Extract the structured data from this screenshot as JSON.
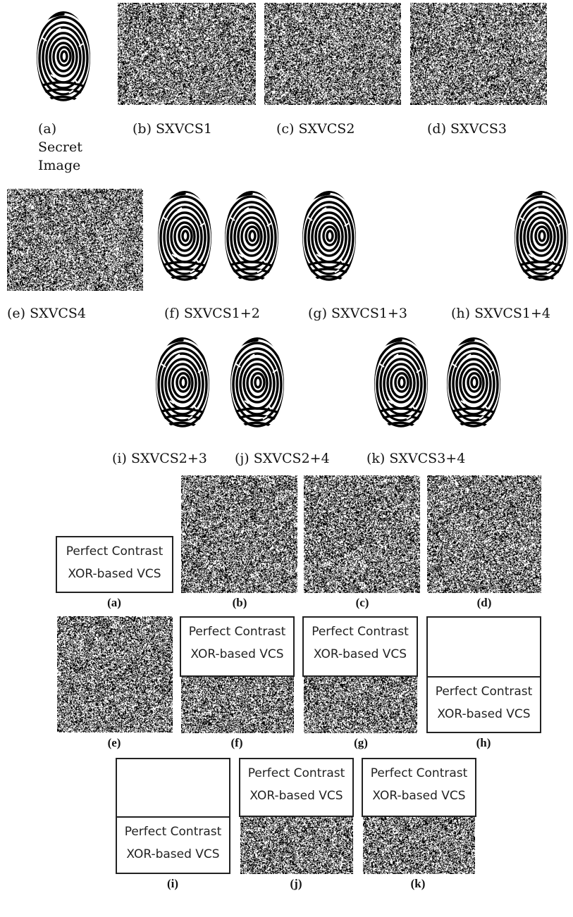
{
  "figure1": {
    "captions": {
      "a_letter": "(a)",
      "a_line2": "Secret",
      "a_line3": "Image",
      "b": "(b) SXVCS1",
      "c": "(c) SXVCS2",
      "d": "(d) SXVCS3",
      "e": "(e) SXVCS4",
      "f": "(f) SXVCS1+2",
      "g": "(g) SXVCS1+3",
      "h": "(h) SXVCS1+4",
      "i": "(i) SXVCS2+3",
      "j": "(j) SXVCS2+4",
      "k": "(k) SXVCS3+4"
    }
  },
  "figure2": {
    "text_line1": "Perfect Contrast",
    "text_line2": "XOR-based VCS",
    "captions": {
      "a": "(a)",
      "b": "(b)",
      "c": "(c)",
      "d": "(d)",
      "e": "(e)",
      "f": "(f)",
      "g": "(g)",
      "h": "(h)",
      "i": "(i)",
      "j": "(j)",
      "k": "(k)"
    }
  }
}
